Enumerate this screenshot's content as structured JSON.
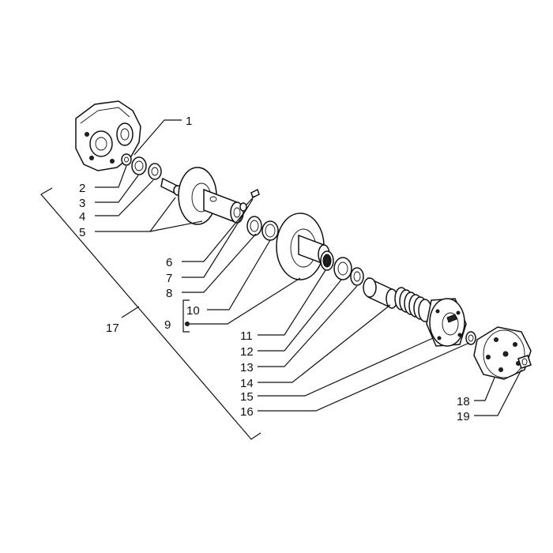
{
  "diagram": {
    "part_numbers": [
      "1",
      "2",
      "3",
      "4",
      "5",
      "6",
      "7",
      "8",
      "9",
      "10",
      "11",
      "12",
      "13",
      "14",
      "15",
      "16",
      "17",
      "18",
      "19"
    ]
  }
}
